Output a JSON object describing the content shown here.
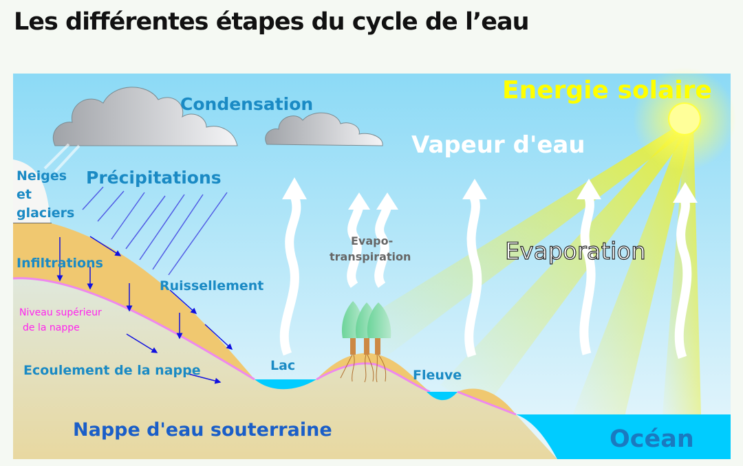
{
  "title": "Les différentes étapes du cycle de l’eau",
  "labels": {
    "energie": "Energie solaire",
    "condensation": "Condensation",
    "vapeur": "Vapeur d'eau",
    "neiges1": "Neiges",
    "neiges2": "et",
    "neiges3": "glaciers",
    "precipitations": "Précipitations",
    "evapo1": "Evapo-",
    "evapo2": "transpiration",
    "evaporation": "Evaporation",
    "infiltrations": "Infiltrations",
    "ruissellement": "Ruissellement",
    "niveau1": "Niveau supérieur",
    "niveau2": "de la nappe",
    "lac": "Lac",
    "fleuve": "Fleuve",
    "ecoulement": "Ecoulement de la nappe",
    "nappe": "Nappe d'eau souterraine",
    "ocean": "Océan"
  },
  "colors": {
    "label": "#1a8ac4",
    "sun": "#ffff66",
    "water": "#00ccff",
    "soil": "#f0c870",
    "groundwater": "#e4dcb0",
    "watertable": "#ee88ee"
  }
}
